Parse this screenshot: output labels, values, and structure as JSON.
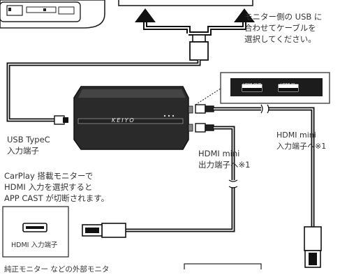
{
  "monitor_note": "モニター側の USB に\n合わせてケーブルを\n選択してください。",
  "usb_label": "USB TypeC\n入力端子",
  "carplay_note": "CarPlay 搭載モニターで\nHDMI 入力を選択すると\nAPP CAST が切断されます。",
  "hdmi_input_box_label": "HDMI 入力端子",
  "hdmi_mini_out_label": "HDMI mini\n出力端子へ※1",
  "hdmi_mini_in_label": "HDMI mini\n入力端子へ※1",
  "bottom_note": "純正モニター などの外部モニタ",
  "device_logo": "KEIYO",
  "port_labels": {
    "out": "HDMI OUT",
    "in": "HDMI IN"
  }
}
